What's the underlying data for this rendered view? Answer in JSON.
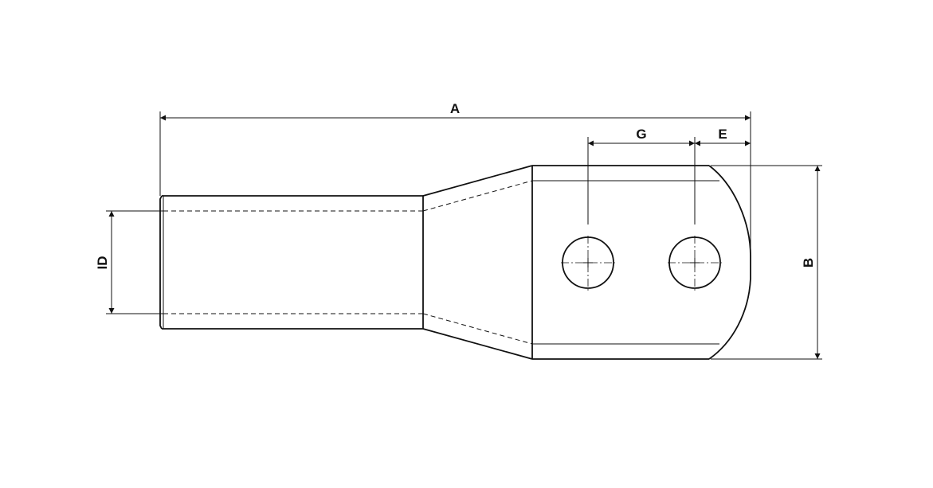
{
  "dimension_labels": {
    "overall_length": "A",
    "palm_width": "B",
    "edge_to_hole": "E",
    "hole_spacing": "G",
    "inner_diameter": "ID"
  },
  "colors": {
    "line": "#111111",
    "background": "#ffffff"
  }
}
